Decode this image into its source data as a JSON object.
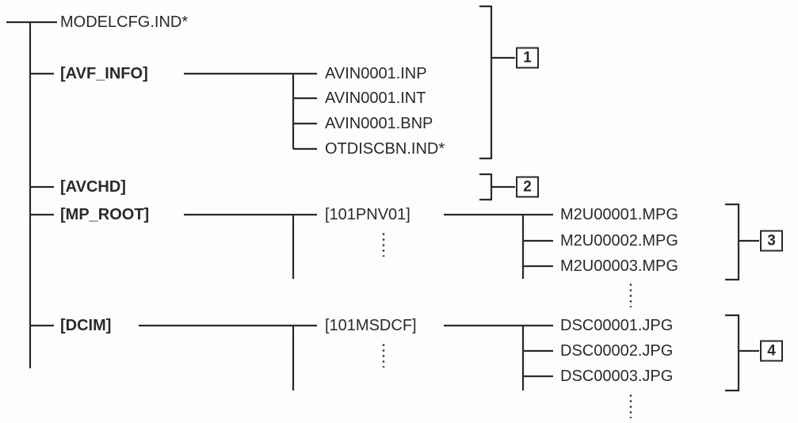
{
  "root_entries": {
    "modelcfg": "MODELCFG.IND*",
    "avf_info": "[AVF_INFO]",
    "avchd": "[AVCHD]",
    "mp_root": "[MP_ROOT]",
    "dcim": "[DCIM]"
  },
  "avf_info_files": [
    "AVIN0001.INP",
    "AVIN0001.INT",
    "AVIN0001.BNP",
    "OTDISCBN.IND*"
  ],
  "mp_root_folder": "[101PNV01]",
  "mp_root_files": [
    "M2U00001.MPG",
    "M2U00002.MPG",
    "M2U00003.MPG"
  ],
  "dcim_folder": "[101MSDCF]",
  "dcim_files": [
    "DSC00001.JPG",
    "DSC00002.JPG",
    "DSC00003.JPG"
  ],
  "group_numbers": [
    "1",
    "2",
    "3",
    "4"
  ]
}
